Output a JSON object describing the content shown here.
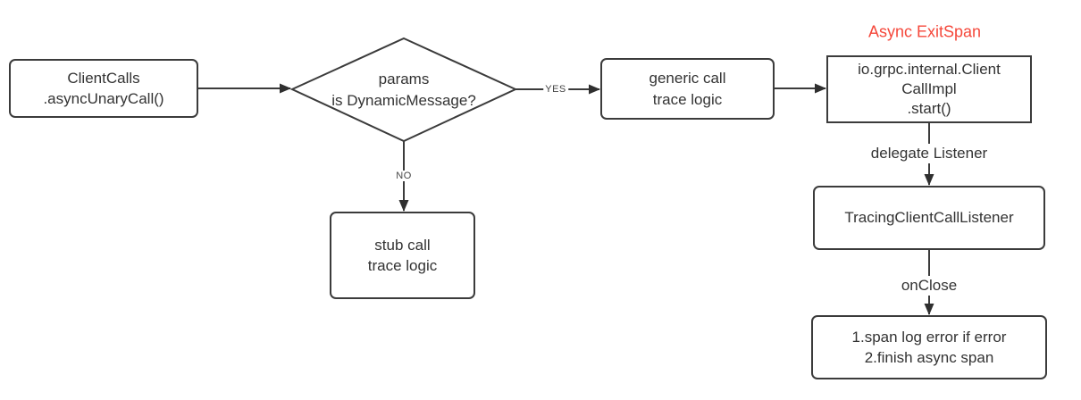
{
  "diagram": {
    "title_annotation": "Async ExitSpan",
    "colors": {
      "line": "#3b3b3b",
      "text": "#333333",
      "annotation_red": "#f5483b",
      "node_fill": "#ffffff"
    },
    "nodes": {
      "client": {
        "text": "ClientCalls\n.asyncUnaryCall()"
      },
      "decision": {
        "text": "params\nis DynamicMessage?"
      },
      "generic": {
        "text": "generic call\ntrace logic"
      },
      "stub": {
        "text": "stub call\ntrace logic"
      },
      "grpc": {
        "text": "io.grpc.internal.Client\nCallImpl\n.start()"
      },
      "tracing": {
        "text": "TracingClientCallListener"
      },
      "final": {
        "text": "1.span log error if error\n2.finish async span"
      }
    },
    "edge_labels": {
      "yes": "YES",
      "no": "NO",
      "delegate_listener": "delegate Listener",
      "onclose": "onClose"
    }
  }
}
